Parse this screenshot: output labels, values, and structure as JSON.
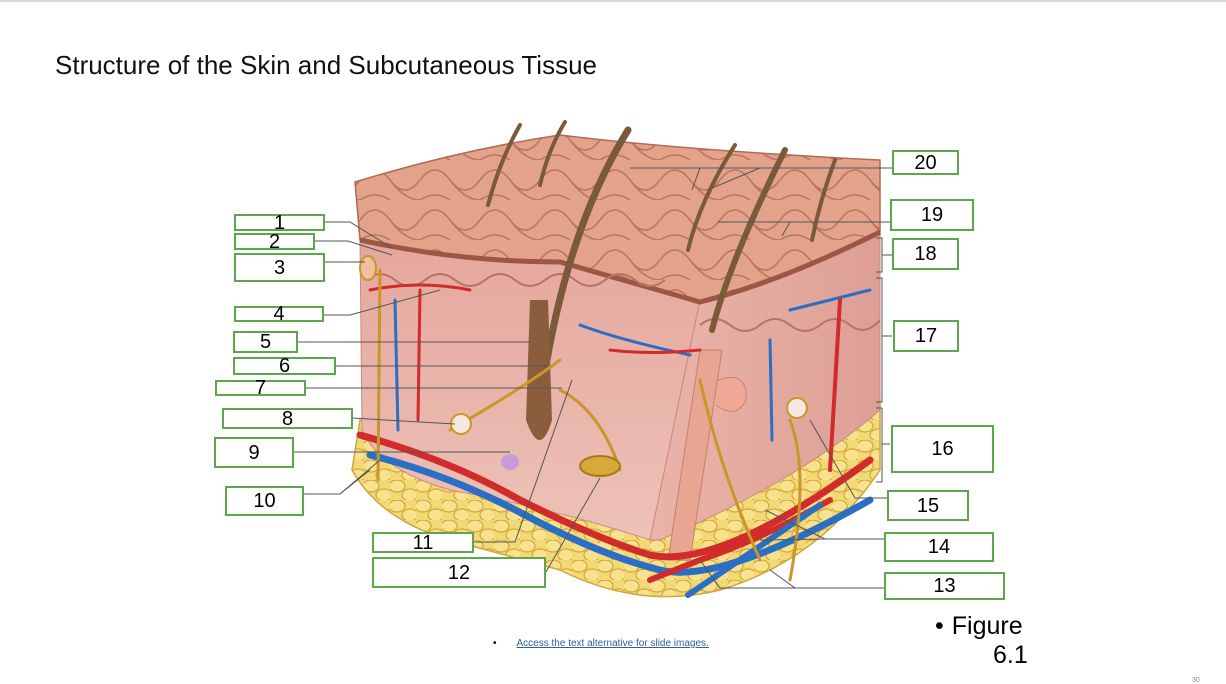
{
  "title": "Structure of the Skin and Subcutaneous Tissue",
  "labels": [
    {
      "id": "1",
      "text": "1"
    },
    {
      "id": "2",
      "text": "2"
    },
    {
      "id": "3",
      "text": "3"
    },
    {
      "id": "4",
      "text": "4"
    },
    {
      "id": "5",
      "text": "5"
    },
    {
      "id": "6",
      "text": "6"
    },
    {
      "id": "7",
      "text": "7"
    },
    {
      "id": "8",
      "text": "8"
    },
    {
      "id": "9",
      "text": "9"
    },
    {
      "id": "10",
      "text": "10"
    },
    {
      "id": "11",
      "text": "11"
    },
    {
      "id": "12",
      "text": "12"
    },
    {
      "id": "13",
      "text": "13"
    },
    {
      "id": "14",
      "text": "14"
    },
    {
      "id": "15",
      "text": "15"
    },
    {
      "id": "16",
      "text": "16"
    },
    {
      "id": "17",
      "text": "17"
    },
    {
      "id": "18",
      "text": "18"
    },
    {
      "id": "19",
      "text": "19"
    },
    {
      "id": "20",
      "text": "20"
    }
  ],
  "alt_link": "Access the text alternative for slide images.",
  "figure": {
    "bullet": "•",
    "line1": "Figure",
    "line2": "6.1"
  },
  "slide_number": "30",
  "colors": {
    "label_border": "#5aa84a",
    "artery": "#d22b2b",
    "vein": "#2a6fc4",
    "nerve": "#c9962a",
    "fat": "#f0d070",
    "dermis": "#e9b3aa",
    "epidermis": "#d99a86"
  }
}
